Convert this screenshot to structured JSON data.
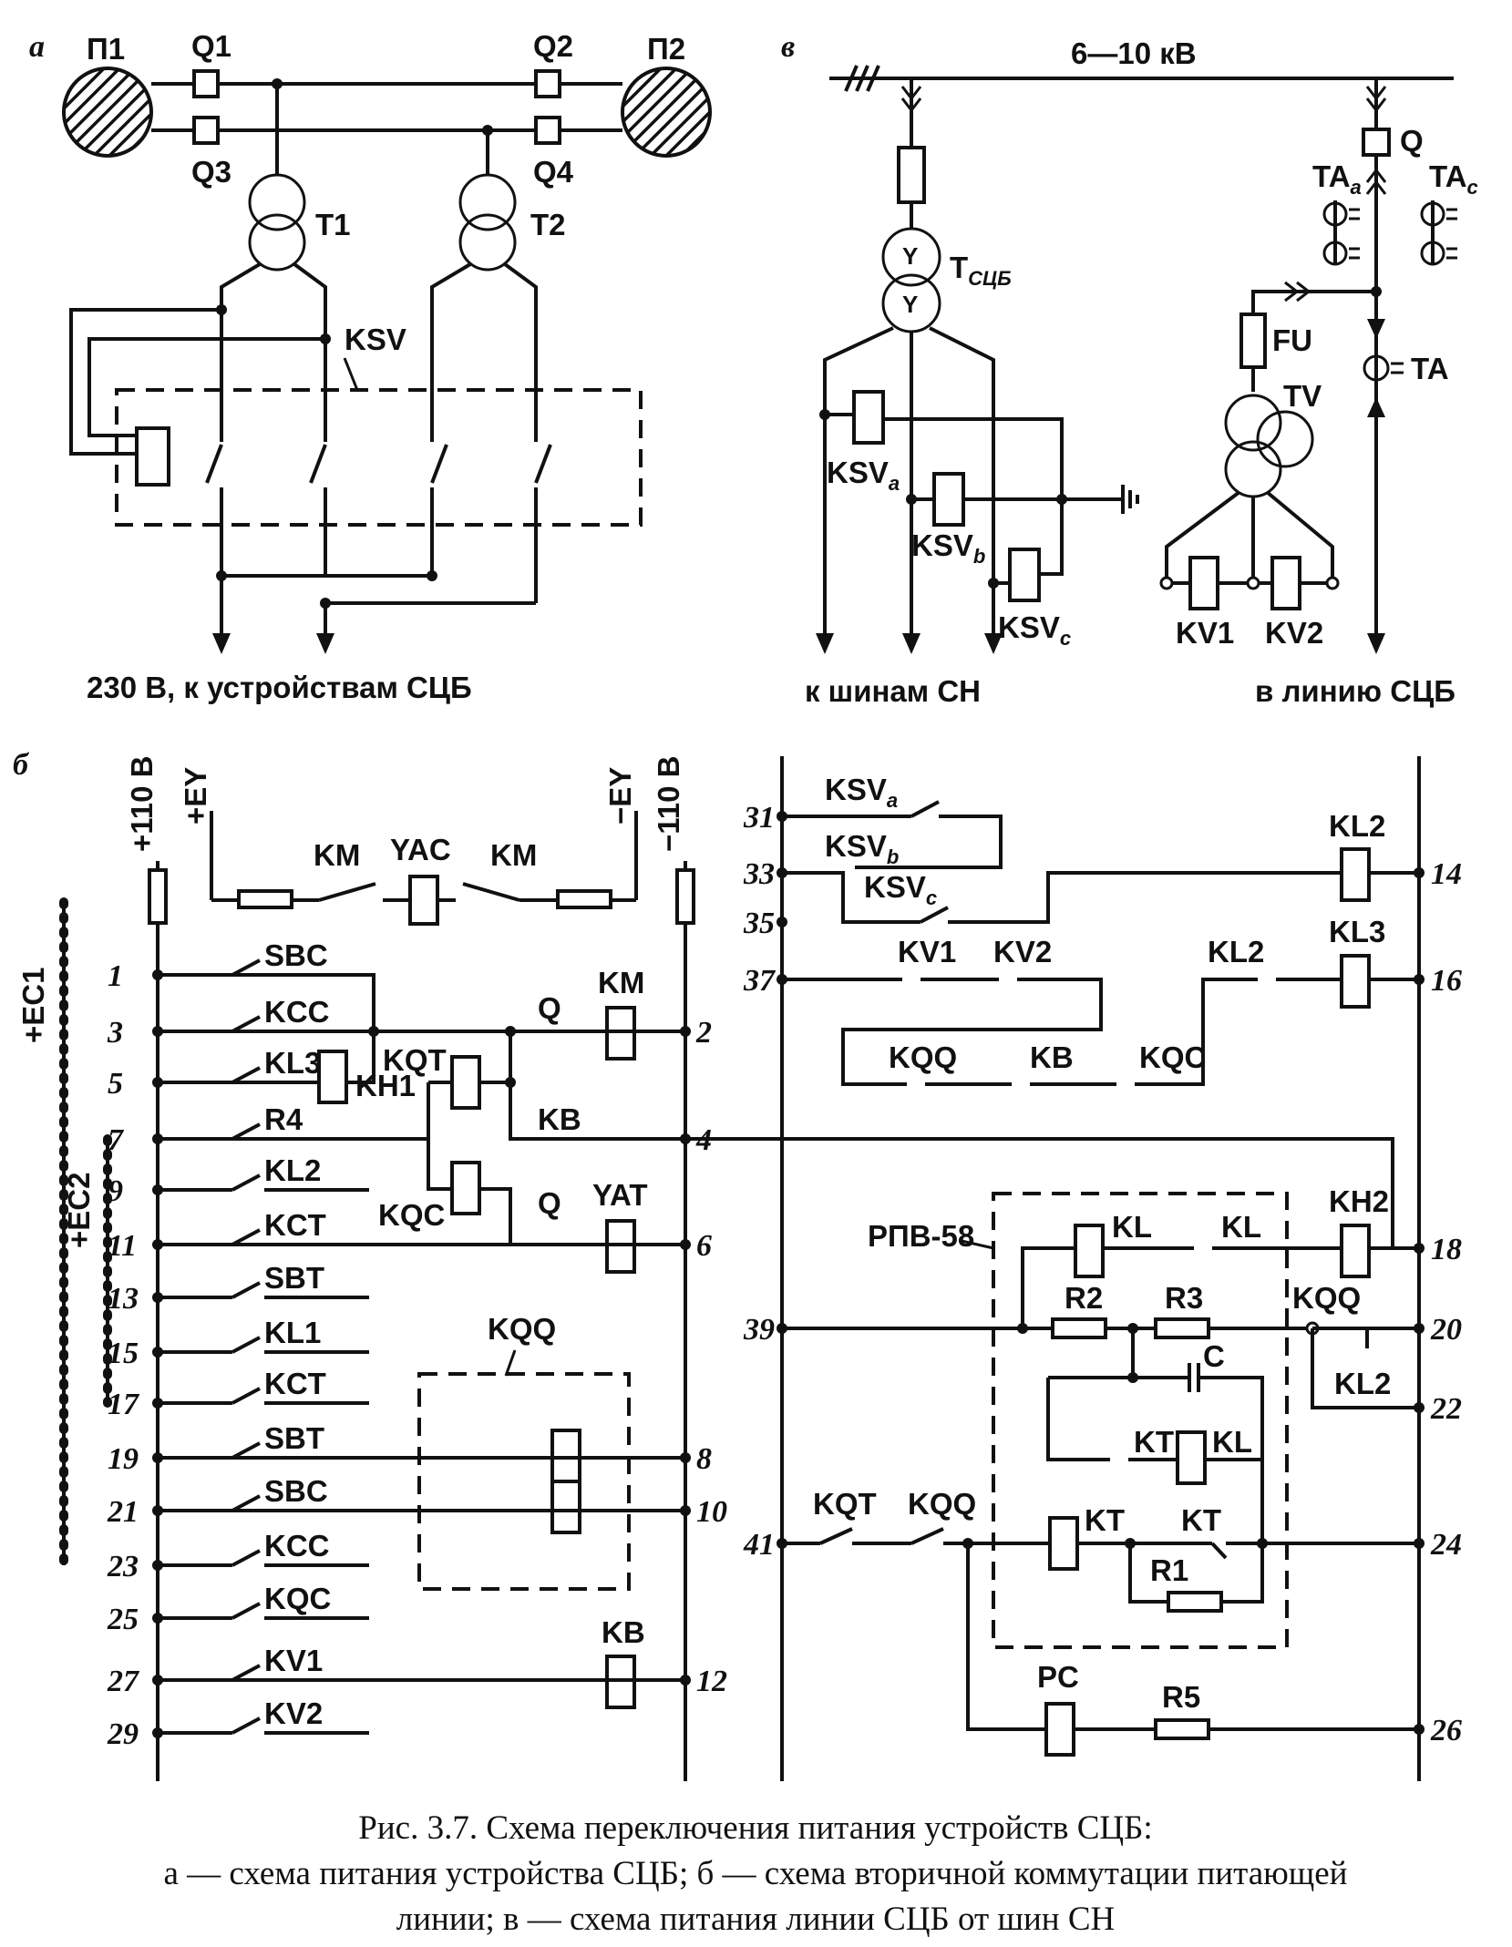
{
  "panel_a": {
    "tag": "а",
    "sources": [
      "П1",
      "П2"
    ],
    "breakers": [
      "Q1",
      "Q2",
      "Q3",
      "Q4"
    ],
    "transformers": [
      "T1",
      "T2"
    ],
    "relay": "KSV",
    "output": "230 В,  к устройствам СЦБ"
  },
  "panel_v": {
    "tag": "в",
    "bus_voltage": "6—10 кВ",
    "transformer": "T",
    "transformer_sub": "СЦБ",
    "ksv": "KSV",
    "ksv_subs": [
      "a",
      "b",
      "c"
    ],
    "breaker": "Q",
    "ta_a": "TA",
    "ta_a_sub": "a",
    "ta_c": "TA",
    "ta_c_sub": "c",
    "ta": "TA",
    "fuse": "FU",
    "tv": "TV",
    "relays": [
      "KV1",
      "KV2"
    ],
    "out_left": "к шинам СН",
    "out_right": "в линию СЦБ"
  },
  "panel_b": {
    "tag": "б",
    "rails": [
      "+110 В",
      "+EY",
      "−EY",
      "−110 В",
      "+EC1",
      "+EC2"
    ],
    "ey_line": [
      "KM",
      "YAC",
      "KM"
    ],
    "left_rows": [
      {
        "num": "1",
        "contact": "SBC"
      },
      {
        "num": "3",
        "contact": "KCC"
      },
      {
        "num": "5",
        "contact": "KL3"
      },
      {
        "num": "7",
        "contact": "R4"
      },
      {
        "num": "9",
        "contact": "KL2"
      },
      {
        "num": "11",
        "contact": "KCT"
      },
      {
        "num": "13",
        "contact": "SBT"
      },
      {
        "num": "15",
        "contact": "KL1"
      },
      {
        "num": "17",
        "contact": "KCT"
      },
      {
        "num": "19",
        "contact": "SBT"
      },
      {
        "num": "21",
        "contact": "SBC"
      },
      {
        "num": "23",
        "contact": "KCC"
      },
      {
        "num": "25",
        "contact": "KQC"
      },
      {
        "num": "27",
        "contact": "KV1"
      },
      {
        "num": "29",
        "contact": "KV2"
      }
    ],
    "mid_labels": [
      "KH1",
      "KQT",
      "KQC",
      "Q",
      "KM",
      "KB",
      "Q",
      "YAT",
      "KQQ",
      "KB"
    ],
    "mid_right_nums": [
      "2",
      "4",
      "6",
      "8",
      "10",
      "12"
    ],
    "right_left_nums": [
      "31",
      "33",
      "35",
      "37",
      "39",
      "41"
    ],
    "right_contacts": [
      "KSV",
      "KSV",
      "KSV",
      "KV1",
      "KV2",
      "KQQ",
      "KB",
      "KQC",
      "KL2"
    ],
    "right_contact_subs": [
      "a",
      "b",
      "c"
    ],
    "right_coils": [
      "KL2",
      "KL3",
      "KH2"
    ],
    "rpv": "РПВ-58",
    "rpv_parts": [
      "KL",
      "KL",
      "R2",
      "R3",
      "C",
      "KT",
      "KL",
      "KT",
      "KT",
      "R1"
    ],
    "misc": [
      "KQQ",
      "KL2",
      "KQT",
      "KQQ",
      "PC",
      "R5"
    ],
    "right_nums": [
      "14",
      "16",
      "18",
      "20",
      "22",
      "24",
      "26"
    ]
  },
  "caption": {
    "line1": "Рис. 3.7. Схема переключения питания устройств СЦБ:",
    "line2": "а — схема питания устройства СЦБ; б — схема вторичной коммутации питающей",
    "line3": "линии; в — схема питания линии СЦБ от шин СН"
  }
}
